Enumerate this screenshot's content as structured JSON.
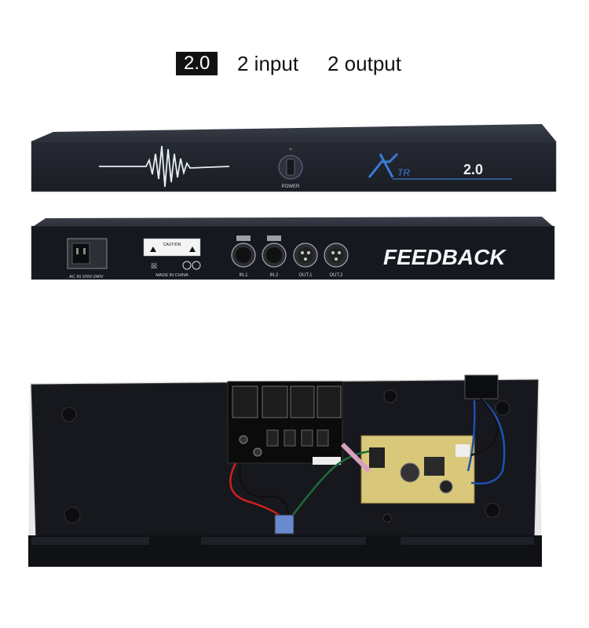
{
  "header": {
    "badge": "2.0",
    "inputs": "2 input",
    "outputs": "2 output"
  },
  "front_panel": {
    "power_label": "POWER",
    "model_prefix": "TR",
    "model_version": "2.0"
  },
  "rear_panel": {
    "ac_label": "AC IN 100V-240V",
    "caution_label": "CAUTION",
    "made_in": "MADE IN CHINA",
    "ports": [
      "IN.1",
      "IN.2",
      "OUT.1",
      "OUT.2"
    ],
    "brand": "FEEDBACK"
  },
  "colors": {
    "chassis": "#1c1f26",
    "logo_blue": "#3a7bd5",
    "pcb_yellow": "#d9c77a"
  }
}
